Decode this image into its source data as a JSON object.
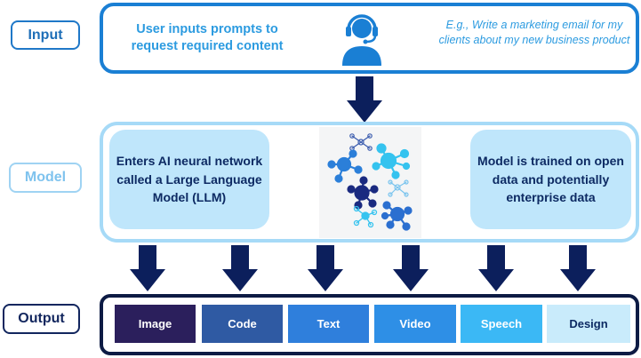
{
  "stages": {
    "input": "Input",
    "model": "Model",
    "output": "Output"
  },
  "input_box": {
    "main_text": "User inputs prompts to request required content",
    "example_text": "E.g., Write a marketing email for my clients about my new business product",
    "icon": "user-headset-icon"
  },
  "model_box": {
    "left_text": "Enters AI neural network called a Large Language Model (LLM)",
    "right_text": "Model is trained on open data and potentially enterprise data",
    "image": "neural-network-illustration"
  },
  "outputs": [
    {
      "label": "Image",
      "bg": "#2b1f5c",
      "fg": "#ffffff"
    },
    {
      "label": "Code",
      "bg": "#2f5aa3",
      "fg": "#ffffff"
    },
    {
      "label": "Text",
      "bg": "#2f7fdc",
      "fg": "#ffffff"
    },
    {
      "label": "Video",
      "bg": "#2e8fe6",
      "fg": "#ffffff"
    },
    {
      "label": "Speech",
      "bg": "#3bb8f5",
      "fg": "#ffffff"
    },
    {
      "label": "Design",
      "bg": "#c9ebfb",
      "fg": "#0d2a63"
    }
  ],
  "colors": {
    "arrow": "#0c1f5c",
    "input_border": "#1a7fd4",
    "model_border": "#a6daf7",
    "output_border": "#0d1b44"
  }
}
